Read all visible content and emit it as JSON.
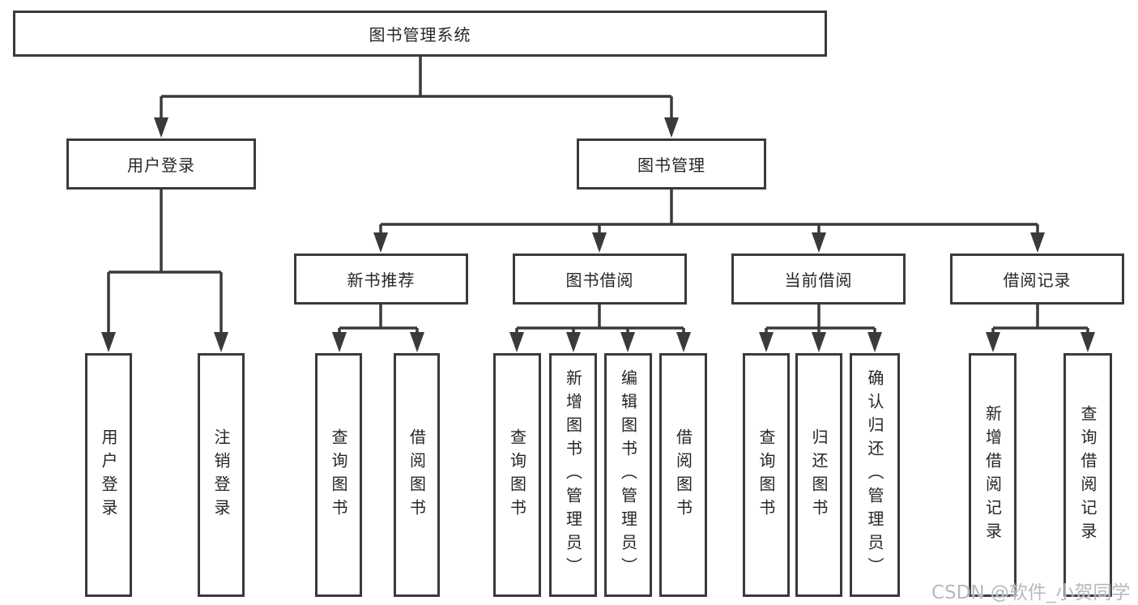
{
  "diagram": {
    "root": {
      "label": "图书管理系统"
    },
    "level2": {
      "user_login": {
        "label": "用户登录"
      },
      "book_mgmt": {
        "label": "图书管理"
      }
    },
    "level3": {
      "new_book_rec": {
        "label": "新书推荐"
      },
      "book_borrow": {
        "label": "图书借阅"
      },
      "current_borrow": {
        "label": "当前借阅"
      },
      "borrow_records": {
        "label": "借阅记录"
      }
    },
    "level4": {
      "user_login_1": {
        "label": "用户登录"
      },
      "user_login_2": {
        "label": "注销登录"
      },
      "new_book_1": {
        "label": "查询图书"
      },
      "new_book_2": {
        "label": "借阅图书"
      },
      "borrow_1": {
        "label": "查询图书"
      },
      "borrow_2": {
        "label": "新增图书（管理员）"
      },
      "borrow_3": {
        "label": "编辑图书（管理员）"
      },
      "borrow_4": {
        "label": "借阅图书"
      },
      "current_1": {
        "label": "查询图书"
      },
      "current_2": {
        "label": "归还图书"
      },
      "current_3": {
        "label": "确认归还（管理员）"
      },
      "records_1": {
        "label": "新增借阅记录"
      },
      "records_2": {
        "label": "查询借阅记录"
      }
    }
  },
  "watermark": {
    "text": "CSDN @软件_小贺同学"
  },
  "colors": {
    "line": "#3a3a3a",
    "text": "#262626",
    "watermark": "#b1b6bd"
  }
}
